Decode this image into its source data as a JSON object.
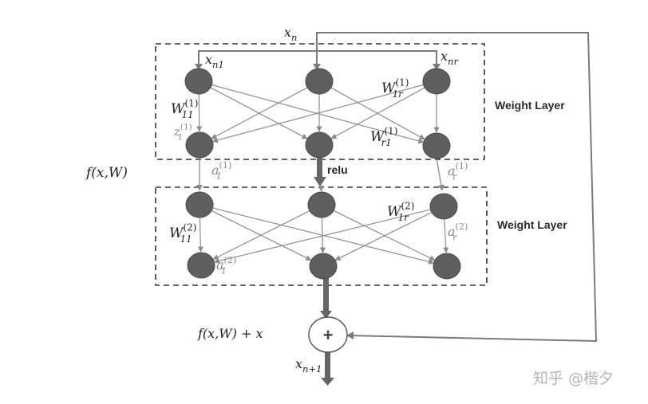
{
  "diagram": {
    "title": "Residual block",
    "input_label": "x_n",
    "inputs": {
      "first": "x_n1",
      "last": "x_nr"
    },
    "layers": [
      {
        "name": "Weight Layer",
        "weight_labels": [
          "W_11^(1)",
          "W_1r^(1)",
          "W_r1^(1)"
        ],
        "pre_activation_label": "z_1^(1)"
      },
      {
        "name": "Weight Layer",
        "weight_labels": [
          "W_11^(2)",
          "W_1r^(2)"
        ]
      }
    ],
    "activations": {
      "layer1_first": "a_1^(1)",
      "layer1_last": "a_r^(1)",
      "layer2_first": "a_1^(2)",
      "layer2_last": "a_r^(2)"
    },
    "relu_label": "relu",
    "function_label": "f(x,W)",
    "sum_label": "f(x,W) + x",
    "plus_symbol": "+",
    "output_label": "x_n+1",
    "watermark": "知乎 @楷夕",
    "colors": {
      "node": "#5f5f5f",
      "edge": "#8c8c8c",
      "thick_arrow": "#666666",
      "dashed_box": "#333333",
      "skip_path": "#7a7a7a"
    }
  }
}
